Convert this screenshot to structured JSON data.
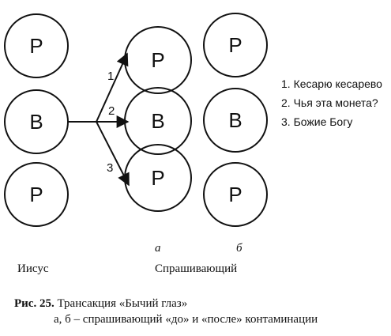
{
  "columns": {
    "left": {
      "nodes": [
        "Р",
        "В",
        "Р"
      ],
      "label": "Иисус"
    },
    "middle": {
      "nodes": [
        "Р",
        "В",
        "Р"
      ],
      "mark": "а",
      "label": "Спрашивающий"
    },
    "right": {
      "nodes": [
        "Р",
        "В",
        "Р"
      ],
      "mark": "б"
    }
  },
  "arrows": [
    "1",
    "2",
    "3"
  ],
  "legend": [
    "1. Кесарю кесарево",
    "2. Чья эта монета?",
    "3. Божие Богу"
  ],
  "caption": {
    "number": "Рис. 25.",
    "title": "Трансакция «Бычий глаз»",
    "subtitle": "а, б – спрашивающий «до» и «после» контаминации"
  }
}
